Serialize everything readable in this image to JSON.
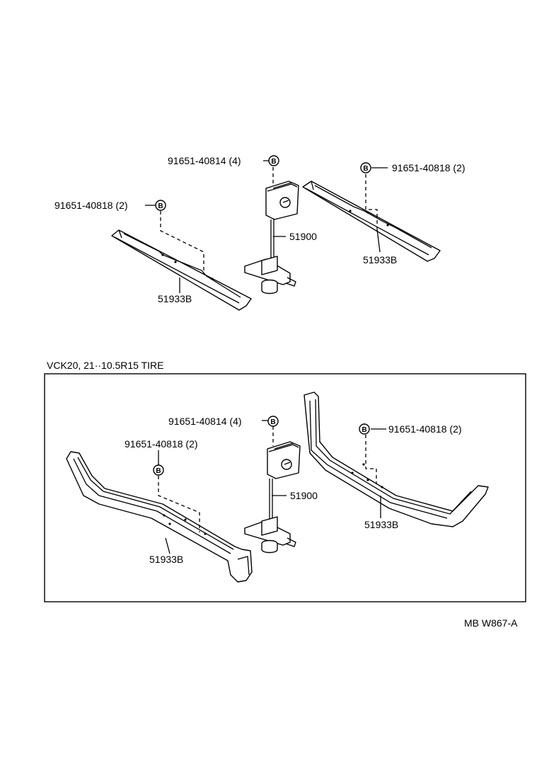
{
  "diagram": {
    "upper": {
      "label_bolt_4": "91651-40814 (4)",
      "label_bolt_2_right": "91651-40818 (2)",
      "label_bolt_2_left": "91651-40818 (2)",
      "label_carrier": "51900",
      "label_crossmember_left": "51933B",
      "label_crossmember_right": "51933B"
    },
    "variant_caption": "VCK20, 21··10.5R15  TIRE",
    "lower": {
      "label_bolt_4": "91651-40814 (4)",
      "label_bolt_2_left": "91651-40818 (2)",
      "label_bolt_2_right": "91651-40818 (2)",
      "label_carrier": "51900",
      "label_crossmember_left": "51933B",
      "label_crossmember_right": "51933B"
    },
    "marker_letter": "B",
    "reference_code": "MB  W867-A"
  }
}
